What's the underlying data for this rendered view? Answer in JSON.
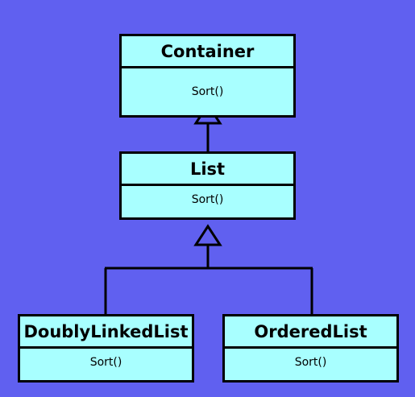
{
  "diagram": {
    "classes": [
      {
        "id": "container",
        "name": "Container",
        "method": "Sort()"
      },
      {
        "id": "list",
        "name": "List",
        "method": "Sort()"
      },
      {
        "id": "doubly_linked_list",
        "name": "DoublyLinkedList",
        "method": "Sort()"
      },
      {
        "id": "ordered_list",
        "name": "OrderedList",
        "method": "Sort()"
      }
    ],
    "relations": [
      {
        "type": "inheritance",
        "from": "list",
        "to": "container"
      },
      {
        "type": "inheritance",
        "from": "doubly_linked_list",
        "to": "list"
      },
      {
        "type": "inheritance",
        "from": "ordered_list",
        "to": "list"
      }
    ],
    "colors": {
      "background": "#6060f0",
      "box_fill": "#a8ffff",
      "line": "#000000"
    }
  }
}
